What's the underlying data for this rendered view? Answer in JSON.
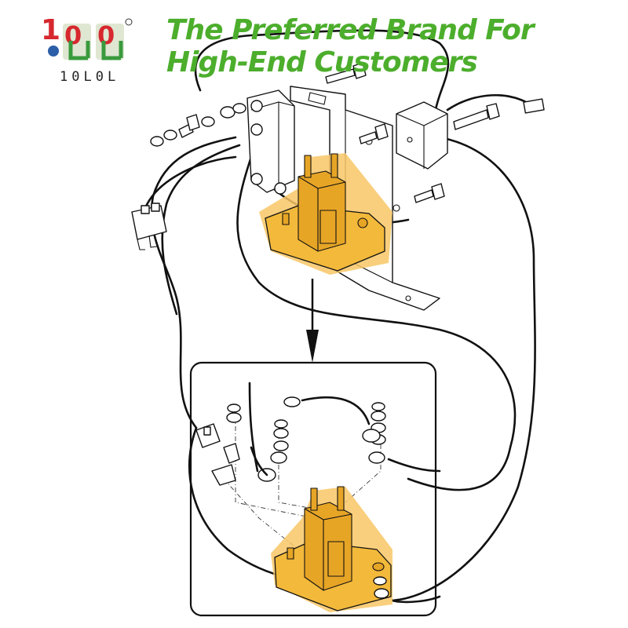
{
  "brand": {
    "logo_text": "10L0L",
    "tagline": "The Preferred Brand For High-End Customers"
  },
  "colors": {
    "tagline_green": "#4cae2c",
    "logo_red": "#d7282f",
    "logo_green": "#3a9a3c",
    "logo_box": "#dfe7d2",
    "solenoid_highlight": "#f3b93b",
    "line_black": "#111111"
  },
  "icons": {
    "logo": "globe-brand-mark",
    "registered": "registered-mark"
  }
}
